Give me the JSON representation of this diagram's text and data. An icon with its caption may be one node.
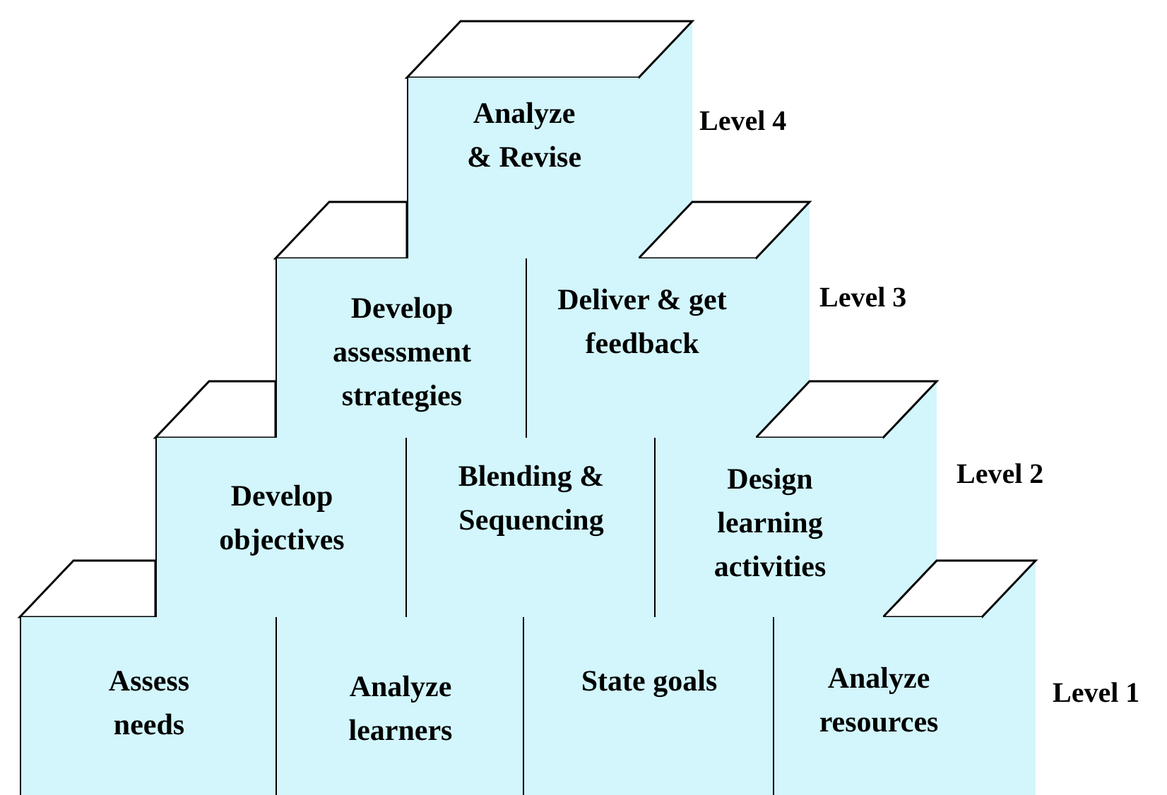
{
  "diagram": {
    "nodes": [
      {
        "text": [
          "Analyze & Revise"
        ]
      },
      {
        "text": [
          "Develop assessment strategies"
        ]
      },
      {
        "text": [
          "Deliver & get feedback"
        ]
      },
      {
        "text": [
          "Develop objectives"
        ]
      },
      {
        "text": [
          "Blending & Sequencing"
        ]
      },
      {
        "text": [
          "Design learning activities"
        ]
      },
      {
        "text": [
          "Assess needs"
        ]
      },
      {
        "text": [
          "Analyze learners"
        ]
      },
      {
        "text": [
          "State goals"
        ]
      },
      {
        "text": [
          "Analyze resources"
        ]
      }
    ],
    "labels": [
      "Level 4",
      "Level 3",
      "Level 2",
      "Level 1"
    ]
  }
}
